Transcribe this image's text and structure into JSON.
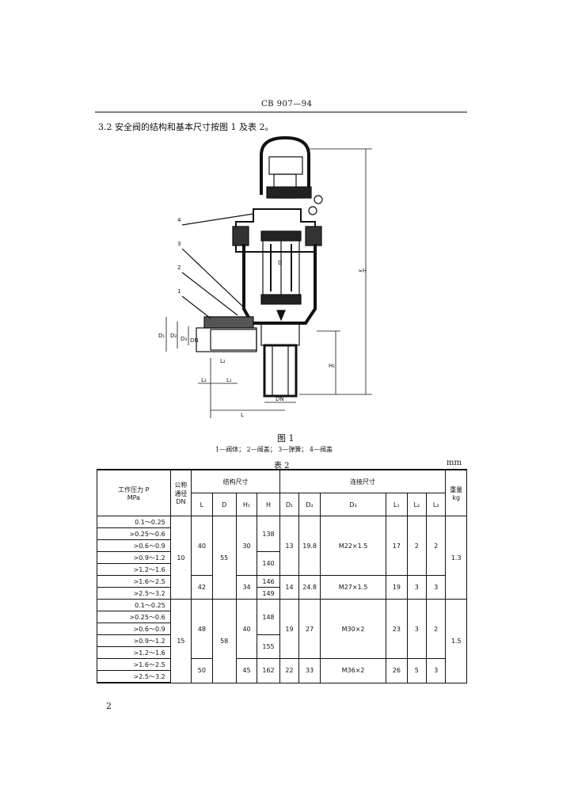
{
  "header": {
    "code": "CB 907—94"
  },
  "intro": "3.2  安全阀的结构和基本尺寸按图 1 及表 2。",
  "figure": {
    "title": "图 1",
    "legend": "1—阀体；  2—阀盖；  3—弹簧；  4—阀盖",
    "labels": {
      "n1": "1",
      "n2": "2",
      "n3": "3",
      "n4": "4",
      "D": "D",
      "D1": "D₁",
      "D2": "D₂",
      "D3": "D₃",
      "DN_left": "DN",
      "DN_bottom": "DN",
      "L": "L",
      "L1": "L₁",
      "L2": "L₂",
      "L3": "L₃",
      "H": "≈H",
      "H1": "H₁"
    }
  },
  "table": {
    "title": "表 2",
    "unit": "mm",
    "headers": {
      "pressure": "工作压力 P",
      "pressure_unit": "MPa",
      "dn_top": "公称",
      "dn_mid": "通径",
      "dn_bot": "DN",
      "struct": "结构尺寸",
      "conn": "连接尺寸",
      "weight": "重量",
      "weight_unit": "kg",
      "L": "L",
      "D": "D",
      "H1": "H₁",
      "H": "H",
      "D1": "D₁",
      "D2": "D₂",
      "D3": "D₃",
      "L1": "L₁",
      "L2": "L₂",
      "L3": "L₃"
    },
    "pressures": [
      "0.1～0.25",
      ">0.25～0.6",
      ">0.6～0.9",
      ">0.9～1.2",
      ">1.2～1.6",
      ">1.6～2.5",
      ">2.5～3.2",
      "0.1～0.25",
      ">0.25～0.6",
      ">0.6～0.9",
      ">0.9～1.2",
      ">1.2～1.6",
      ">1.6～2.5",
      ">2.5～3.2"
    ],
    "group10": {
      "dn": "10",
      "weight": "1.3",
      "a": {
        "L": "40",
        "D": "55",
        "H1": "30",
        "H_1": "138",
        "H_2": "140",
        "D1": "13",
        "D2": "19.8",
        "D3": "M22×1.5",
        "L1": "17",
        "L2": "2",
        "L3": "2"
      },
      "b": {
        "L": "42",
        "H1": "34",
        "H_1": "146",
        "H_2": "149",
        "D1": "14",
        "D2": "24.8",
        "D3": "M27×1.5",
        "L1": "19",
        "L2": "3",
        "L3": "3"
      }
    },
    "group15": {
      "dn": "15",
      "weight": "1.5",
      "a": {
        "L": "48",
        "D": "58",
        "H1": "40",
        "H_1": "148",
        "H_2": "155",
        "D1": "19",
        "D2": "27",
        "D3": "M30×2",
        "L1": "23",
        "L2": "3",
        "L3": "2"
      },
      "b": {
        "L": "50",
        "H1": "45",
        "H": "162",
        "D1": "22",
        "D2": "33",
        "D3": "M36×2",
        "L1": "26",
        "L2": "5",
        "L3": "3"
      }
    }
  },
  "page_number": "2"
}
